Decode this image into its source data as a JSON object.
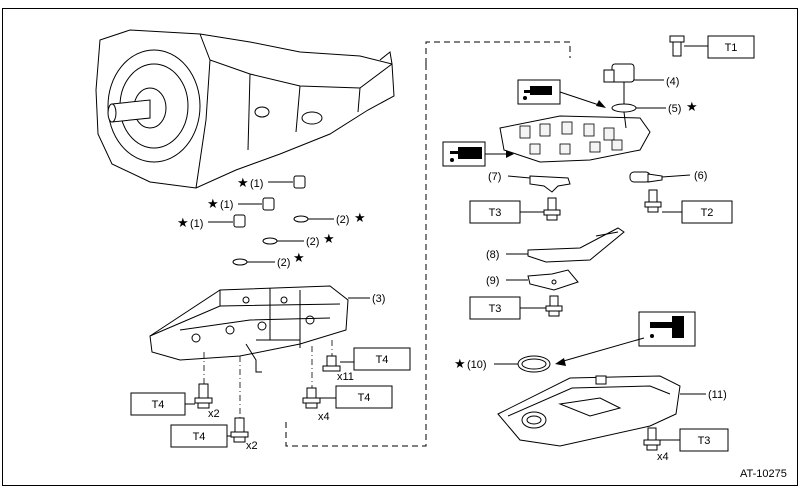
{
  "figure_code": "AT-10275",
  "star_symbol": "★",
  "torque_labels": {
    "t1": "T1",
    "t2": "T2",
    "t3": "T3",
    "t4": "T4"
  },
  "callouts": {
    "p1": "(1)",
    "p2": "(2)",
    "p3": "(3)",
    "p4": "(4)",
    "p5": "(5)",
    "p6": "(6)",
    "p7": "(7)",
    "p8": "(8)",
    "p9": "(9)",
    "p10": "(10)",
    "p11": "(11)"
  },
  "quantities": {
    "x2": "x2",
    "x4": "x4",
    "x11": "x11"
  },
  "icons": [
    "grease-can-icon",
    "oil-can-icon",
    "fluid-bottle-icon"
  ]
}
